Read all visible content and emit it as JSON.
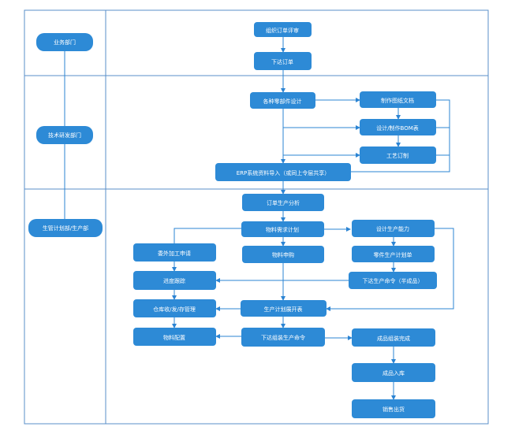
{
  "lanes": [
    {
      "id": "dept-business",
      "label": "业务部门"
    },
    {
      "id": "dept-tech",
      "label": "技术研发部门"
    },
    {
      "id": "dept-production",
      "label": "生管计划部/生产部"
    }
  ],
  "steps": {
    "order_review": "组织订单评审",
    "issue_order": "下达订单",
    "part_design": "各种零部件设计",
    "drawing_docs": "制作图纸文档",
    "bom_design": "设计/制作BOM表",
    "process_plan": "工艺订制",
    "erp_import": "ERP系统资料导入（或同上令层共享）",
    "order_analysis": "订单生产分析",
    "material_plan": "物料需求计划",
    "capacity_design": "设计生产能力",
    "outsourcing": "委外加工申请",
    "purchase": "物料申购",
    "parts_schedule": "零件生产计划单",
    "progress_tracking": "进度跟踪",
    "production_order_semi": "下达生产命令（半成品）",
    "warehouse": "仓库收/发/存管理",
    "plan_schedule": "生产计划展开表",
    "material_kit": "物料配置",
    "assembly_order": "下达组装生产命令",
    "assembly_done": "成品组装完成",
    "storage": "成品入库",
    "shipping": "销售出货"
  }
}
